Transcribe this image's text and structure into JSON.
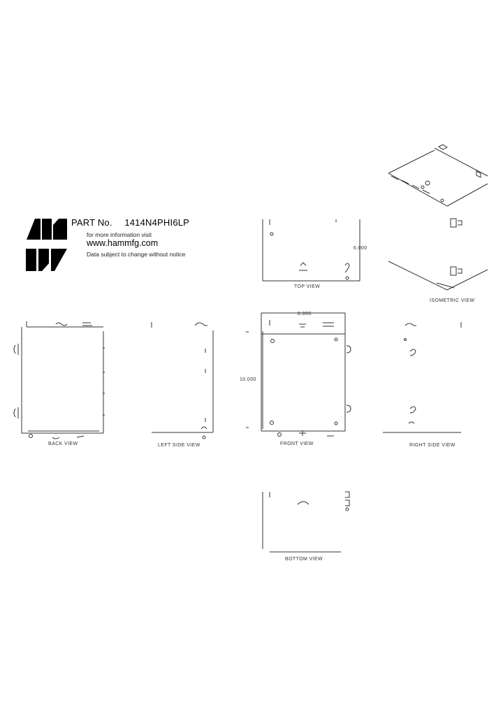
{
  "header": {
    "part_label": "PART No.",
    "part_number": "1414N4PHI6LP",
    "info_line": "for more information visit",
    "website": "www.hammfg.com",
    "disclaimer": "Data subject to change without notice"
  },
  "views": {
    "top": "TOP VIEW",
    "isometric": "ISOMETRIC VIEW",
    "back": "BACK VIEW",
    "left_side": "LEFT SIDE VIEW",
    "front": "FRONT VIEW",
    "right_side": "RIGHT SIDE VIEW",
    "bottom": "BOTTOM VIEW"
  },
  "dimensions": {
    "top_depth": "6.000",
    "front_width": "8.000",
    "front_height": "10.000"
  },
  "colors": {
    "ink": "#000000",
    "line": "#333333",
    "background": "#ffffff"
  }
}
